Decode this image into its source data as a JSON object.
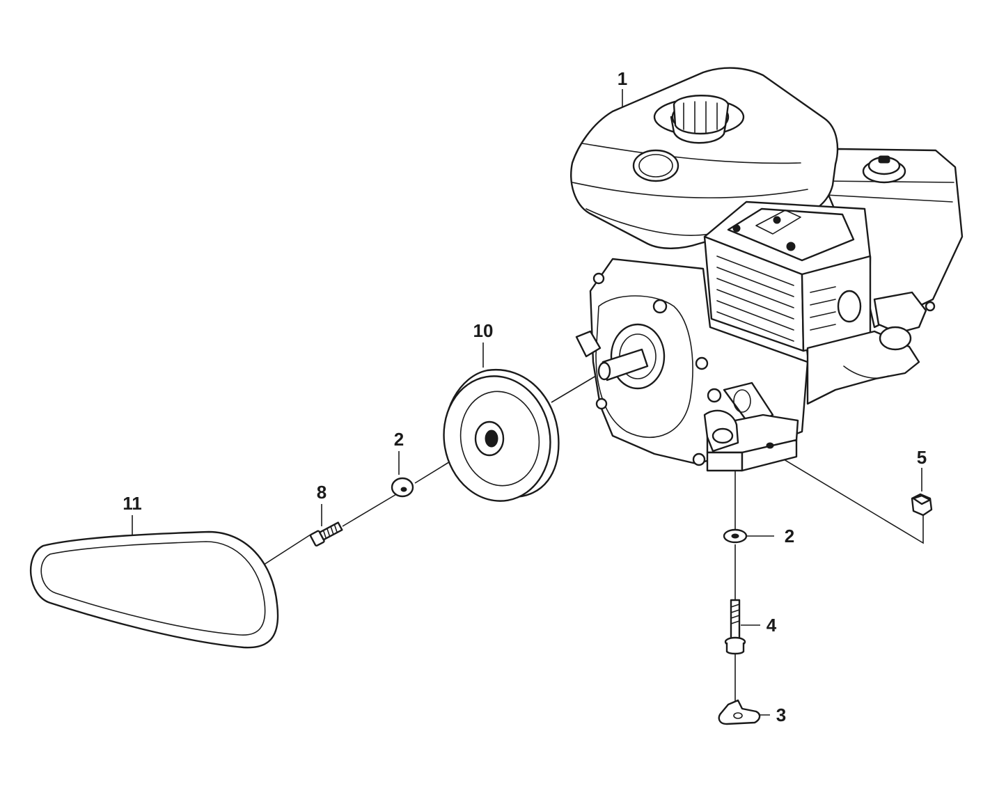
{
  "callouts": [
    {
      "id": "engine",
      "label": "1"
    },
    {
      "id": "washer-upper",
      "label": "2"
    },
    {
      "id": "washer-lower",
      "label": "2"
    },
    {
      "id": "bracket",
      "label": "3"
    },
    {
      "id": "bolt-long",
      "label": "4"
    },
    {
      "id": "nut",
      "label": "5"
    },
    {
      "id": "bolt-short",
      "label": "8"
    },
    {
      "id": "pulley",
      "label": "10"
    },
    {
      "id": "belt",
      "label": "11"
    }
  ]
}
